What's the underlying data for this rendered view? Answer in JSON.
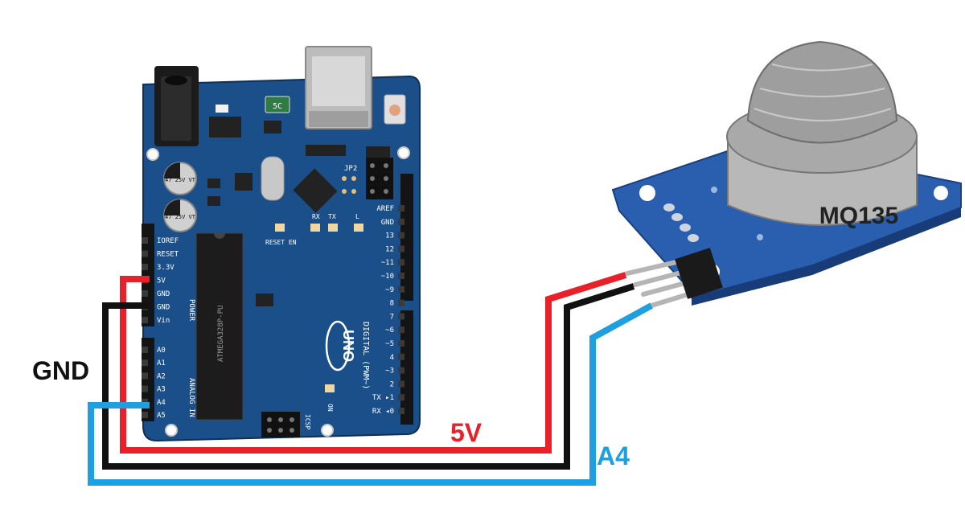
{
  "wire_labels": {
    "gnd": "GND",
    "five_v": "5V",
    "a4": "A4"
  },
  "colors": {
    "wire_5v": "#e8202a",
    "wire_gnd": "#111111",
    "wire_a4": "#1ea0e0",
    "board": "#1a4f8a",
    "sensor_board": "#2a5fb0"
  },
  "arduino": {
    "logo": "UNO",
    "chip_text": "ATMEGA328P-PU",
    "power_header": {
      "title": "POWER",
      "pins": [
        "IOREF",
        "RESET",
        "3.3V",
        "5V",
        "GND",
        "GND",
        "Vin"
      ]
    },
    "analog_header": {
      "title": "ANALOG IN",
      "pins": [
        "A0",
        "A1",
        "A2",
        "A3",
        "A4",
        "A5"
      ]
    },
    "digital_header": {
      "title": "DIGITAL (PWM~)",
      "pins": [
        "AREF",
        "GND",
        "13",
        "12",
        "~11",
        "~10",
        "~9",
        "8",
        "7",
        "~6",
        "~5",
        "4",
        "~3",
        "2",
        "TX ▸1",
        "RX ◂0"
      ]
    },
    "silkscreen": {
      "reset_en": "RESET EN",
      "jp2": "JP2",
      "icsp": "ICSP",
      "on": "ON",
      "tx": "TX",
      "rx": "RX",
      "l": "L",
      "cap1": "47 25V VT",
      "cap2": "47 25V VT",
      "fuse": "5C"
    }
  },
  "sensor": {
    "model": "MQ135"
  }
}
